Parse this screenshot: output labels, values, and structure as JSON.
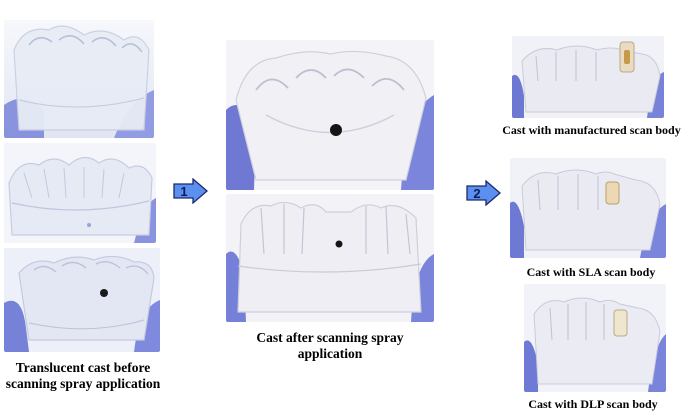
{
  "steps": [
    {
      "number": "1"
    },
    {
      "number": "2"
    }
  ],
  "captions": {
    "translucent": "Translucent cast before scanning spray application",
    "sprayed": "Cast after scanning spray application",
    "manufactured": "Cast with manufactured scan body",
    "sla": "Cast with SLA scan body",
    "dlp": "Cast with DLP scan body"
  },
  "colors": {
    "glove": "#8a93e0",
    "glove_dark": "#5d67c9",
    "translucent_cast": "#e4e8f4",
    "plaster_cast": "#eeeef4",
    "arrow_fill": "#5b8ff0",
    "arrow_stroke": "#1d2a6b"
  }
}
